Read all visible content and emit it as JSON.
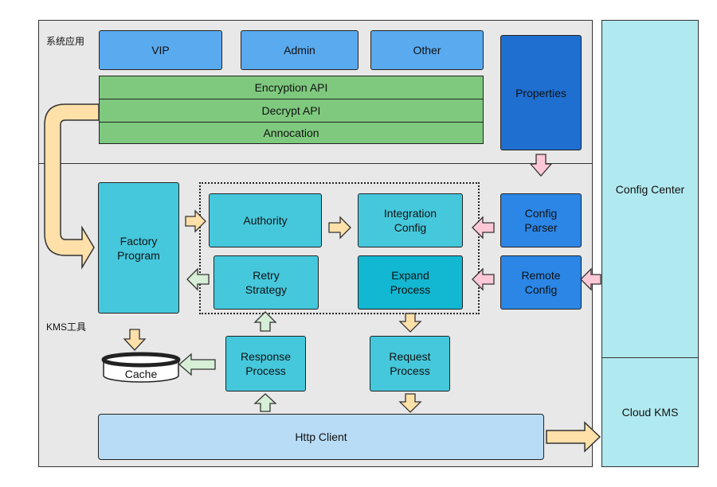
{
  "sections": {
    "system_apps": "系统应用",
    "kms_tool": "KMS工具"
  },
  "apps": {
    "vip": "VIP",
    "admin": "Admin",
    "other": "Other"
  },
  "apis": {
    "encryption": "Encryption API",
    "decrypt": "Decrypt API",
    "annotation": "Annocation"
  },
  "properties": "Properties",
  "kms": {
    "factory_program": "Factory\nProgram",
    "authority": "Authority",
    "integration_config": "Integration\nConfig",
    "retry_strategy": "Retry\nStrategy",
    "expand_process": "Expand\nProcess",
    "config_parser": "Config\nParser",
    "remote_config": "Remote\nConfig",
    "cache": "Cache",
    "response_process": "Response\nProcess",
    "request_process": "Request\nProcess",
    "http_client": "Http Client"
  },
  "external": {
    "config_center": "Config Center",
    "cloud_kms": "Cloud KMS"
  },
  "colors": {
    "app_blue": "#5aaaf0",
    "properties_blue": "#1f6fd0",
    "api_green": "#7fc97f",
    "module_cyan": "#45c8dc",
    "external_sky": "#b1e9f0",
    "arrow_orange": "#ffe0a8",
    "arrow_pink": "#ffc8d6",
    "arrow_green": "#d6efd6"
  }
}
